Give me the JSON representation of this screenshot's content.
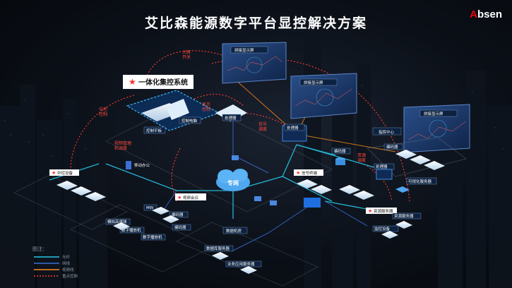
{
  "header": {
    "title": "艾比森能源数字平台显控解决方案",
    "logo": "Absen"
  },
  "screens": {
    "splice_screen_label": "拼接显示屏"
  },
  "highlight": {
    "integrated_system": "一体化集控系统"
  },
  "devices": {
    "control_tablet": "控制平板",
    "control_pc": "控制电脑",
    "processor": "处理器",
    "central_device": "中控设备",
    "mobile_office": "移动办公",
    "video_conference": "视频会议",
    "mw": "MW",
    "encoder": "编码器",
    "analog_camera": "模拟高速球",
    "digital_player": "数字播放机",
    "private_network": "专网",
    "signal_terminal": "信号终端",
    "data_room": "数据机房",
    "db_server": "数据库服务器",
    "business_server": "业务应用服务器",
    "dispatch_center": "指挥中心",
    "visualization_server": "可视化服务器",
    "resource_server": "资源服务器",
    "monitor_device": "监控设备"
  },
  "annotations": {
    "big_screen_switch": "大屏\n开关",
    "central_control": "中控\n控制",
    "display_control": "显示\n控制",
    "signal_dispatch": "信号\n调度",
    "video_mgmt": "视频管理\n和调度",
    "resource_dispatch": "资源\n调度"
  },
  "legend": {
    "title": "图注：",
    "items": [
      {
        "label": "光纤",
        "color": "#25c7e6",
        "style": "solid"
      },
      {
        "label": "网线",
        "color": "#3a6fd8",
        "style": "solid"
      },
      {
        "label": "视频线",
        "color": "#ff8a1a",
        "style": "solid"
      },
      {
        "label": "重点控制",
        "color": "#ff3b30",
        "style": "dotted"
      }
    ]
  },
  "colors": {
    "fiber": "#25c7e6",
    "network": "#3a6fd8",
    "video": "#ff8a1a",
    "control": "#ff3b30",
    "screen": "#1e3a66"
  }
}
